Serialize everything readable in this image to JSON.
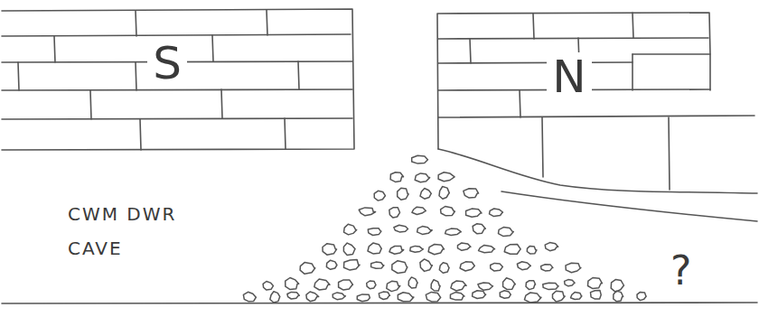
{
  "diagram": {
    "nodes": [
      {
        "text": [
          "S"
        ]
      },
      {
        "text": [
          "N"
        ]
      }
    ],
    "labels": [
      "CWM DWR CAVE",
      "?"
    ]
  }
}
